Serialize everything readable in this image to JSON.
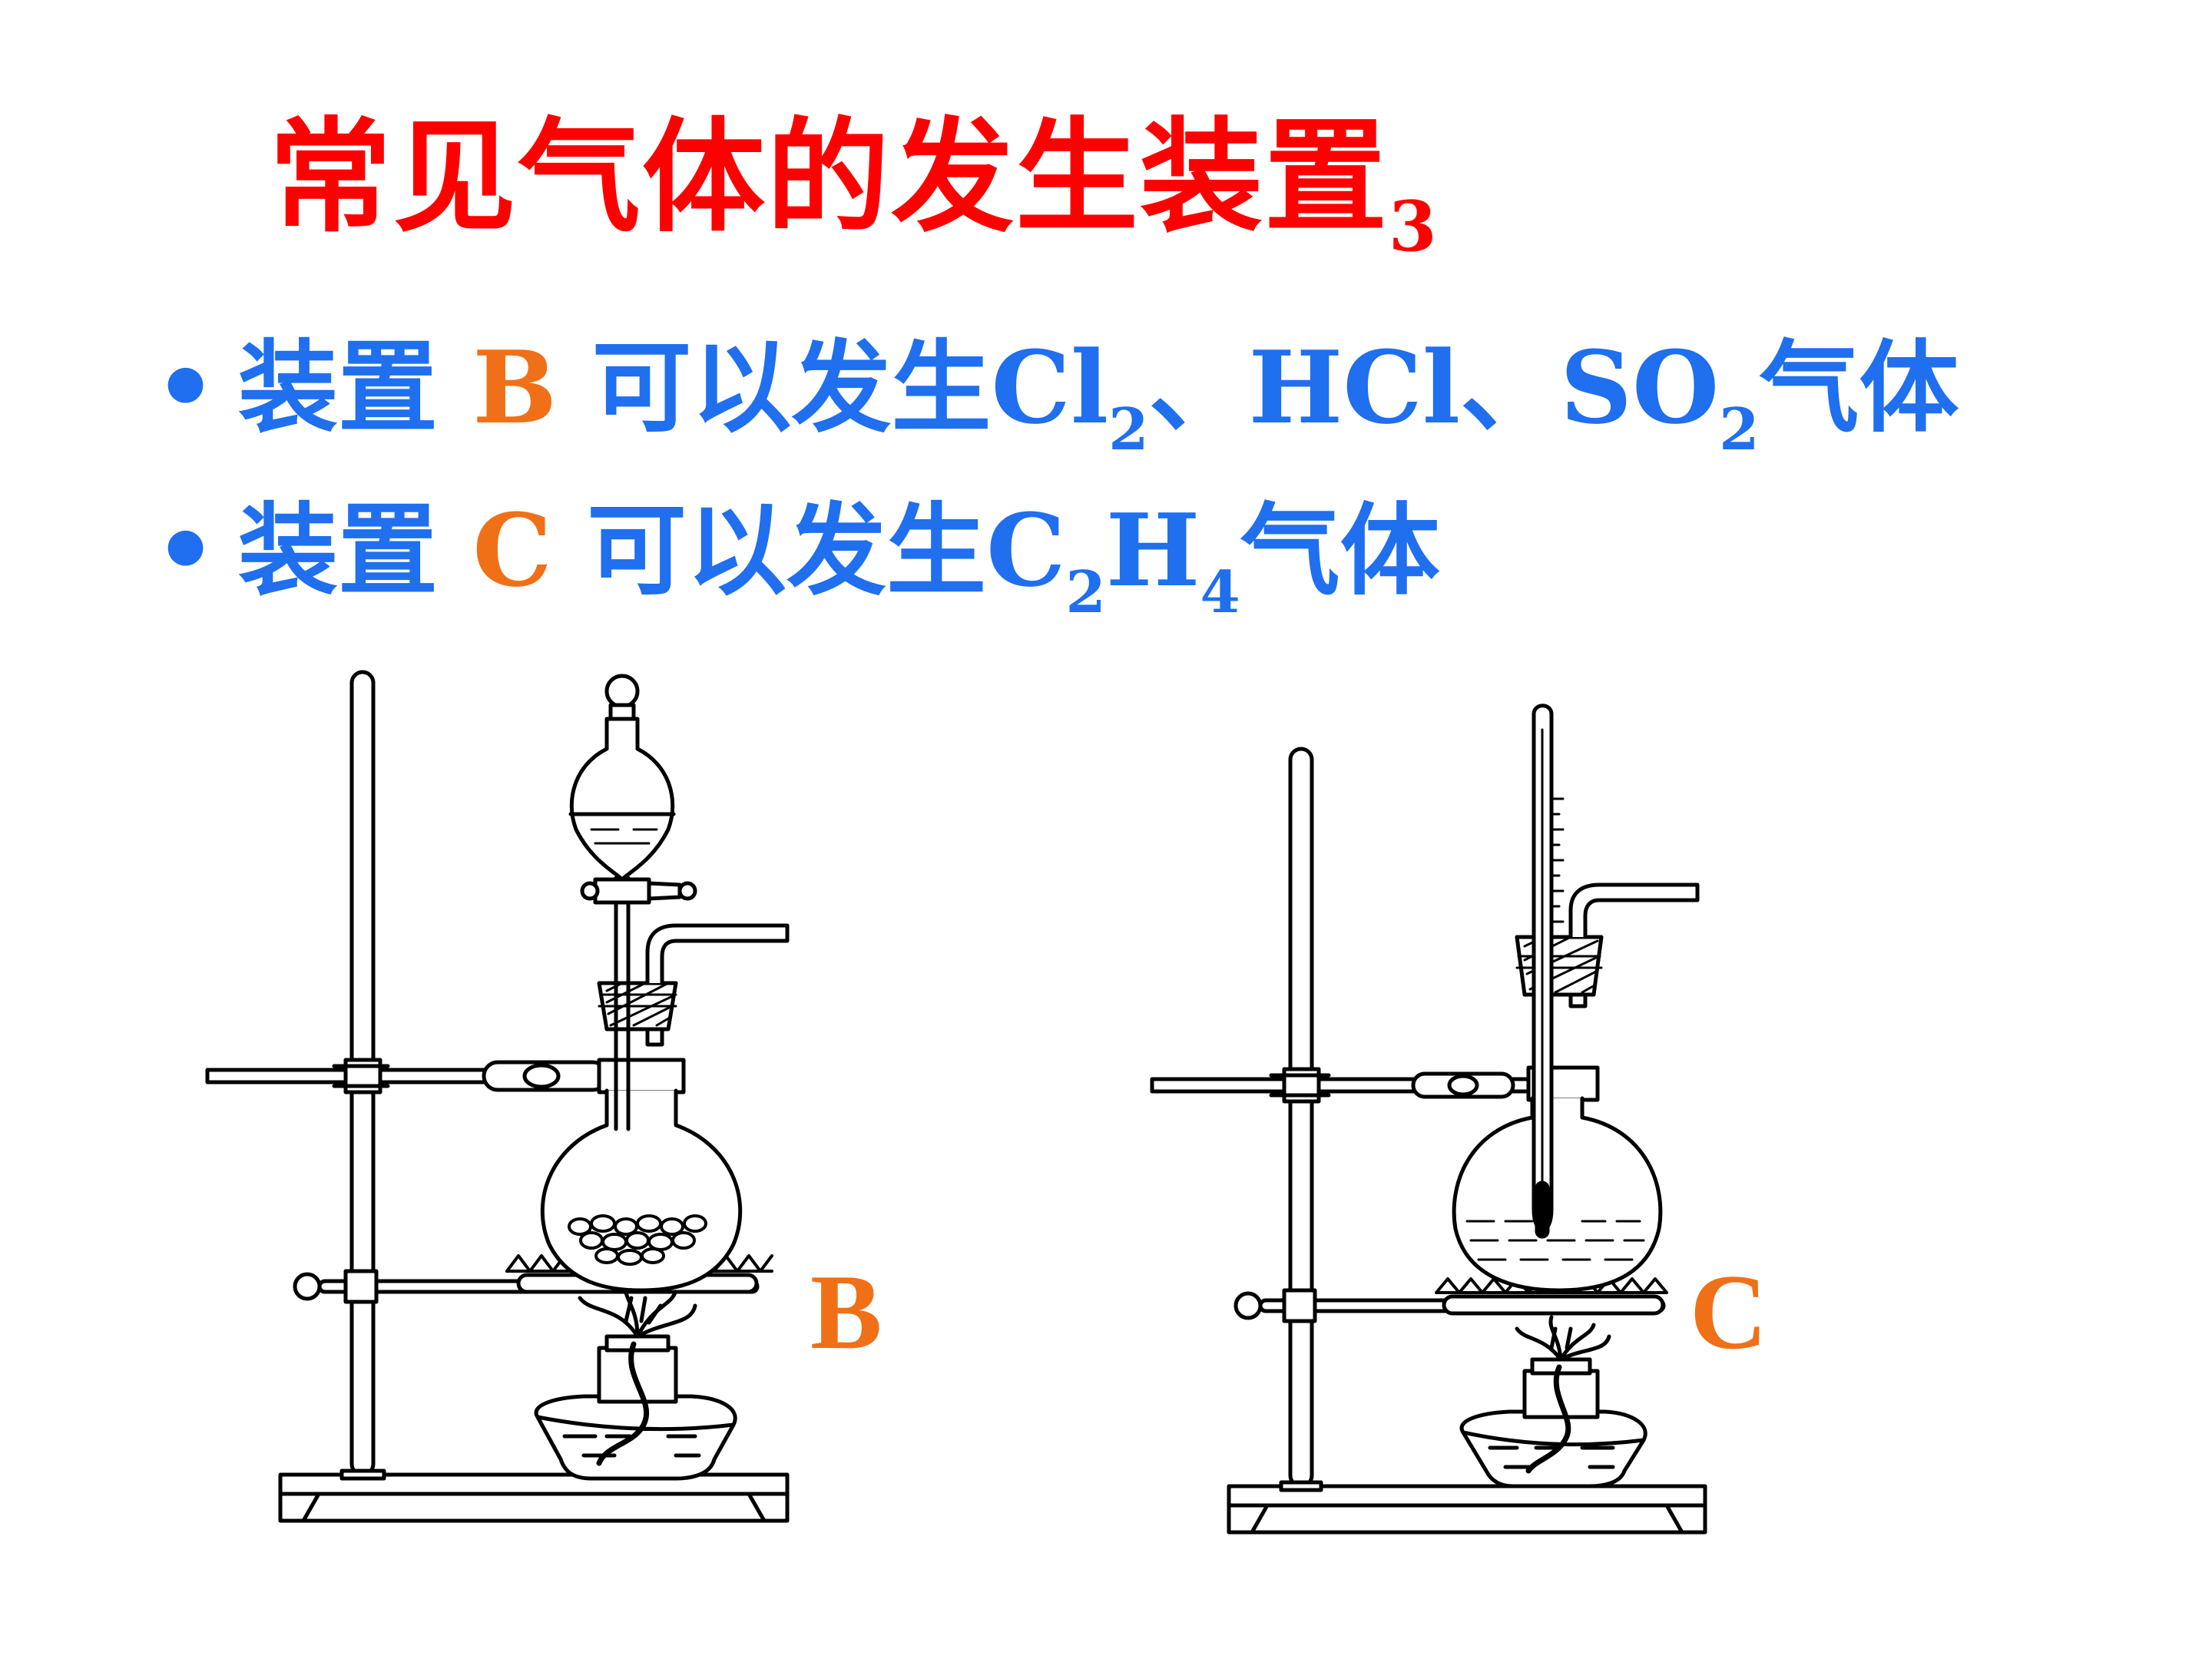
{
  "title": {
    "main": "常见气体的发生装置",
    "sub": "3"
  },
  "bullets": [
    {
      "marker": "•",
      "prefix": "装置",
      "label": "B",
      "text_a": "可以发生Cl",
      "sub_a": "2",
      "text_b": "、HCl、SO",
      "sub_b": "2",
      "text_c": "气体"
    },
    {
      "marker": "•",
      "prefix": "装置",
      "label": "C",
      "text_a": "可以发生C",
      "sub_a": "2",
      "text_b": "H",
      "sub_b": "4",
      "text_c": "气体"
    }
  ],
  "apparatus_labels": {
    "b": "B",
    "c": "C"
  },
  "colors": {
    "title": "#ff0000",
    "text": "#1f6fef",
    "highlight": "#f07018",
    "line": "#000000"
  }
}
